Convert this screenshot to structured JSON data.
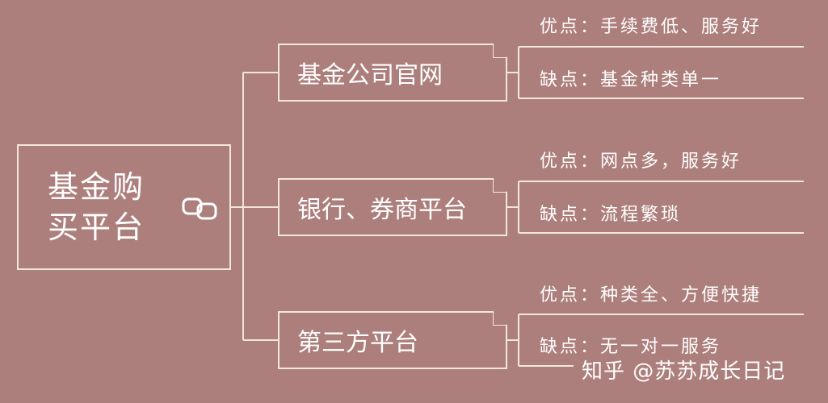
{
  "root": {
    "label": "基金购买平台",
    "icon": "link-icon"
  },
  "branches": [
    {
      "label": "基金公司官网",
      "pros": "优点：手续费低、服务好",
      "cons": "缺点：基金种类单一"
    },
    {
      "label": "银行、券商平台",
      "pros": "优点：网点多，服务好",
      "cons": "缺点：流程繁琐"
    },
    {
      "label": "第三方平台",
      "pros": "优点：种类全、方便快捷",
      "cons": "缺点：无一对一服务"
    }
  ],
  "watermark": "知乎 @苏苏成长日记",
  "colors": {
    "background": "#ad7f7c",
    "line": "#f3e7dd",
    "text": "#ffffff"
  }
}
